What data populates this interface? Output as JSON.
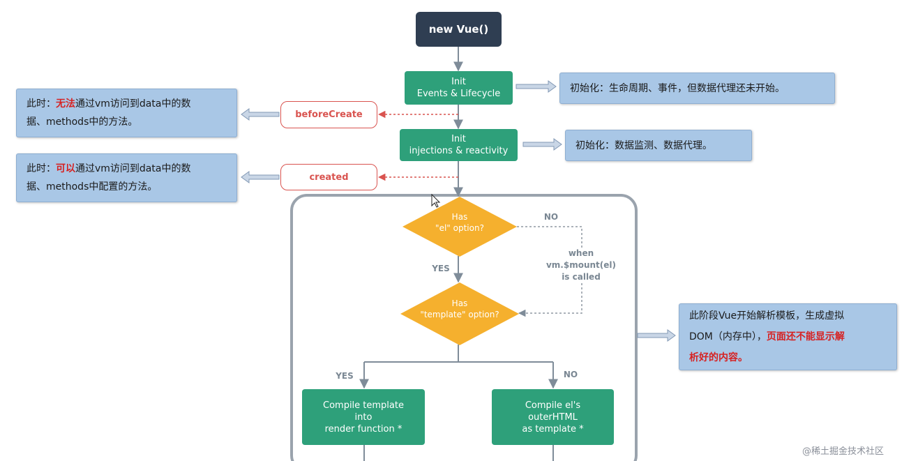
{
  "nodes": {
    "new_vue": "new Vue()",
    "init_events": [
      "Init",
      "Events & Lifecycle"
    ],
    "before_create": "beforeCreate",
    "init_injections": [
      "Init",
      "injections & reactivity"
    ],
    "created": "created",
    "has_el": [
      "Has",
      "\"el\" option?"
    ],
    "has_template": [
      "Has",
      "\"template\" option?"
    ],
    "compile_template": [
      "Compile template",
      "into",
      "render function *"
    ],
    "compile_el": [
      "Compile el's",
      "outerHTML",
      "as template *"
    ]
  },
  "labels": {
    "no_top": "NO",
    "yes_middle": "YES",
    "when_mount": [
      "when",
      "vm.$mount(el)",
      "is called"
    ],
    "yes_bottom": "YES",
    "no_bottom": "NO"
  },
  "notes": {
    "init_events": "初始化：生命周期、事件，但数据代理还未开始。",
    "init_injections": "初始化：数据监测、数据代理。",
    "before_create": {
      "prefix": "此时：",
      "highlight": "无法",
      "line1_rest": "通过vm访问到data中的数",
      "line2": "据、methods中的方法。"
    },
    "created": {
      "prefix": "此时：",
      "highlight": "可以",
      "line1_rest": "通过vm访问到data中的数",
      "line2": "据、methods中配置的方法。"
    },
    "template_phase": {
      "line1": "此阶段Vue开始解析模板，生成虚拟",
      "line2_a": "DOM（内存中），",
      "line2_b": "页面还不能显示解",
      "line3": "析好的内容。"
    }
  },
  "watermark": "@稀土掘金技术社区",
  "colors": {
    "dark_box": "#2f3e52",
    "green_box": "#2ea07a",
    "hook_red": "#d9534f",
    "diamond": "#f5b02e",
    "note_blue": "#a9c7e6",
    "highlight_red": "#d62222",
    "connector": "#7f8c99"
  }
}
